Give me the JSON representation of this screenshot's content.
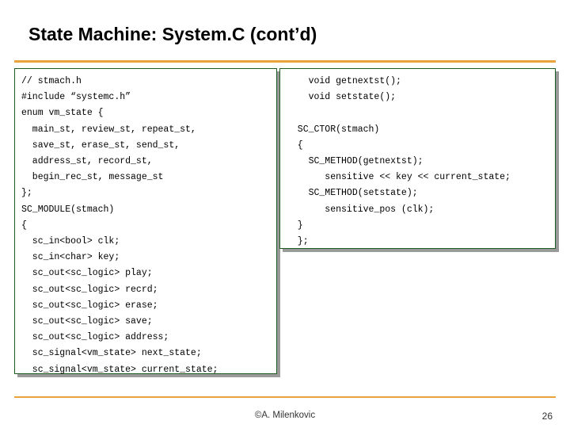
{
  "slide": {
    "title": "State Machine: System.C (cont’d)",
    "accent_color": "#E8A33D",
    "code_border_color": "#1F5C1F",
    "left_code": "// stmach.h\n#include “systemc.h”\nenum vm_state {\n  main_st, review_st, repeat_st,\n  save_st, erase_st, send_st,\n  address_st, record_st,\n  begin_rec_st, message_st\n};\nSC_MODULE(stmach)\n{\n  sc_in<bool> clk;\n  sc_in<char> key;\n  sc_out<sc_logic> play;\n  sc_out<sc_logic> recrd;\n  sc_out<sc_logic> erase;\n  sc_out<sc_logic> save;\n  sc_out<sc_logic> address;\n  sc_signal<vm_state> next_state;\n  sc_signal<vm_state> current_state;",
    "right_code": "    void getnextst();\n    void setstate();\n\n  SC_CTOR(stmach)\n  {\n    SC_METHOD(getnextst);\n       sensitive << key << current_state;\n    SC_METHOD(setstate);\n       sensitive_pos (clk);\n  }\n  };",
    "footer": {
      "credit": "©A. Milenkovic",
      "page_number": "26"
    }
  }
}
